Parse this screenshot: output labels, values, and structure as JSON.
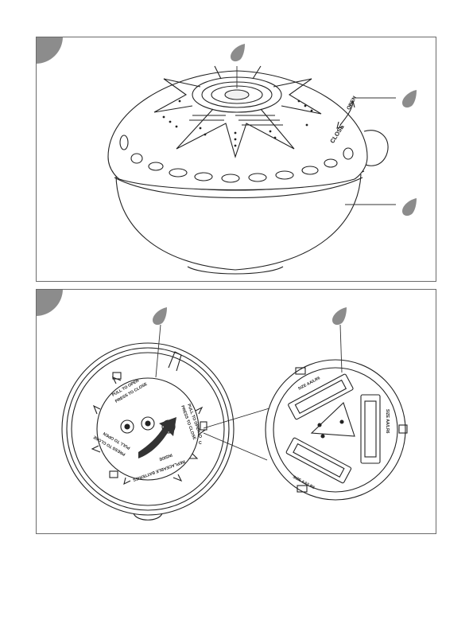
{
  "panels": [
    {
      "id": "1",
      "lid_text": {
        "open": "OPEN",
        "close": "CLOSE"
      },
      "callout_colors": {
        "drop": "#8c8c8c",
        "line": "#333333"
      }
    },
    {
      "id": "2",
      "cap_text": {
        "pull_open_top": "PULL TO OPEN",
        "press_close_top": "PRESS TO CLOSE",
        "pull_open_right": "PULL TO OPEN",
        "press_close_right": "PRESS TO CLOSE",
        "pull_open_bottom": "PULL TO OPEN",
        "press_close_bottom": "PRESS TO CLOSE",
        "replaceable": "REPLACEABLE BATTERIES",
        "inside": "INSIDE",
        "open_mark": "O",
        "close_mark": "C"
      },
      "battery_text": {
        "b1": "SIZE AA/LR6",
        "b2": "SIZE AA/LR6",
        "b3": "SIZE AA/LR6"
      }
    }
  ]
}
